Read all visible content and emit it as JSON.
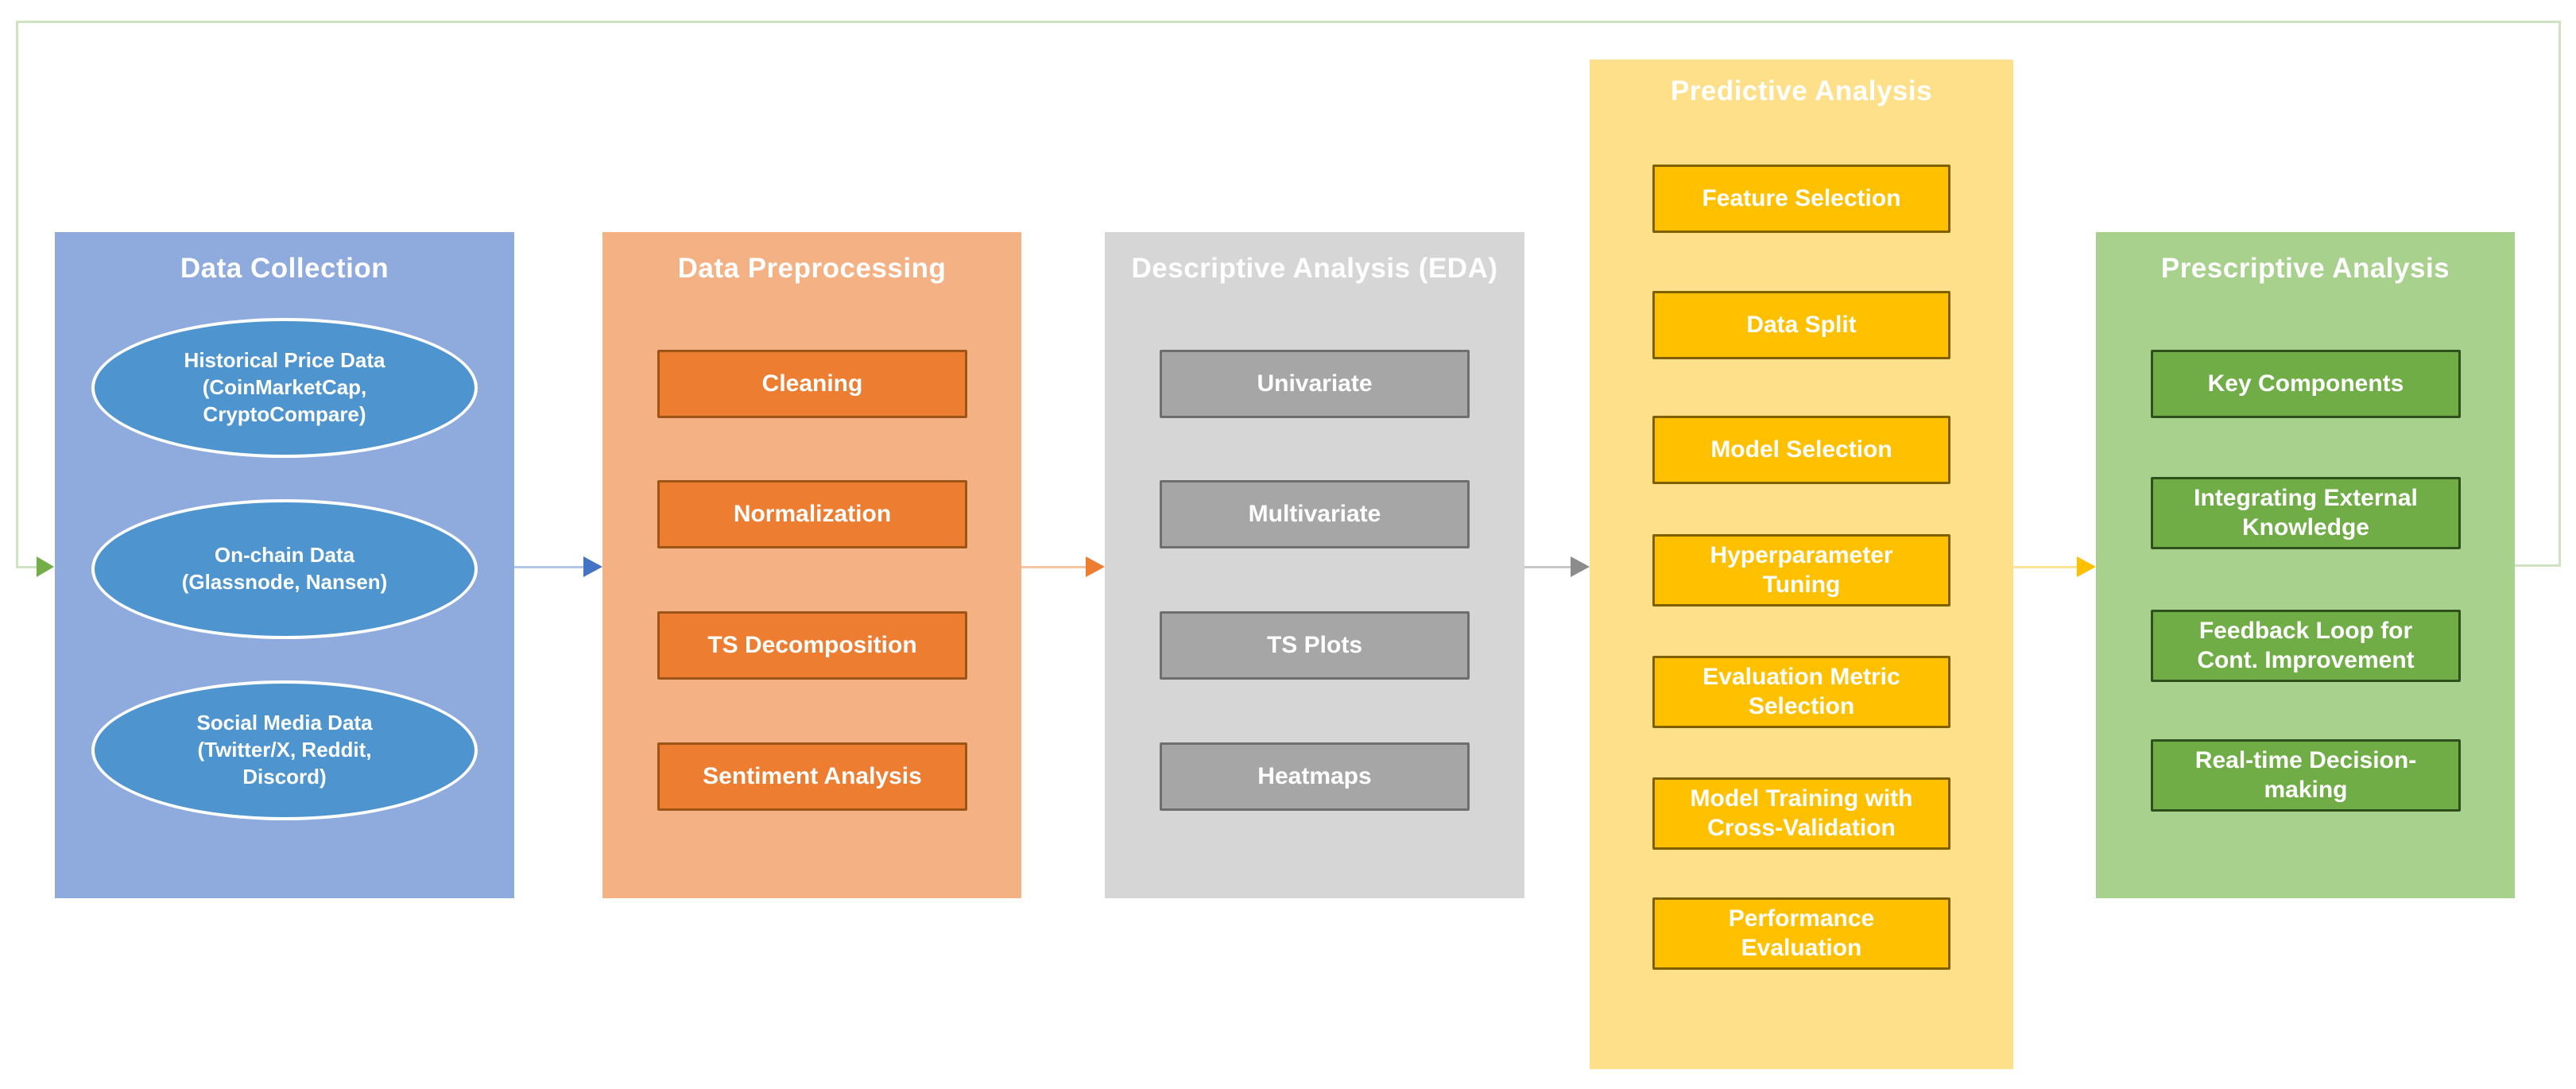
{
  "columns": [
    {
      "title": "Data Collection",
      "node_shape": "ellipse",
      "colors": {
        "panel": "#8faadc",
        "node": "#4e95cf",
        "node-border": "#ffffff",
        "title": "#ffffff"
      },
      "items": [
        {
          "label": "Historical Price Data\n(CoinMarketCap,\nCryptoCompare)"
        },
        {
          "label": "On-chain Data\n(Glassnode, Nansen)"
        },
        {
          "label": "Social Media Data\n(Twitter/X, Reddit,\nDiscord)"
        }
      ]
    },
    {
      "title": "Data Preprocessing",
      "node_shape": "box",
      "colors": {
        "panel": "#f4b183",
        "node": "#ed7d31",
        "node-border": "#9c5517",
        "title": "#ffffff"
      },
      "items": [
        {
          "label": "Cleaning"
        },
        {
          "label": "Normalization"
        },
        {
          "label": "TS Decomposition"
        },
        {
          "label": "Sentiment Analysis"
        }
      ]
    },
    {
      "title": "Descriptive Analysis (EDA)",
      "node_shape": "box",
      "colors": {
        "panel": "#d6d6d6",
        "node": "#a6a6a6",
        "node-border": "#6e6e6e",
        "title": "#ffffff"
      },
      "items": [
        {
          "label": "Univariate"
        },
        {
          "label": "Multivariate"
        },
        {
          "label": "TS Plots"
        },
        {
          "label": "Heatmaps"
        }
      ]
    },
    {
      "title": "Predictive Analysis",
      "node_shape": "box",
      "colors": {
        "panel": "#ffe08a",
        "node": "#ffc000",
        "node-border": "#7f6000",
        "title": "#ffffff"
      },
      "items": [
        {
          "label": "Feature Selection"
        },
        {
          "label": "Data Split"
        },
        {
          "label": "Model Selection"
        },
        {
          "label": "Hyperparameter\nTuning"
        },
        {
          "label": "Evaluation Metric\nSelection"
        },
        {
          "label": "Model Training with\nCross-Validation"
        },
        {
          "label": "Performance\nEvaluation"
        }
      ]
    },
    {
      "title": "Prescriptive Analysis",
      "node_shape": "box",
      "colors": {
        "panel": "#a9d18e",
        "node": "#70ad47",
        "node-border": "#2f4f1d",
        "title": "#ffffff"
      },
      "items": [
        {
          "label": "Key Components"
        },
        {
          "label": "Integrating External\nKnowledge"
        },
        {
          "label": "Feedback Loop for\nCont. Improvement"
        },
        {
          "label": "Real-time Decision-\nmaking"
        }
      ]
    }
  ],
  "arrows": [
    {
      "from": "Data Collection",
      "to": "Data Preprocessing",
      "colors": {
        "line": "#b4c6e7",
        "head": "#4472c4"
      }
    },
    {
      "from": "Data Preprocessing",
      "to": "Descriptive Analysis (EDA)",
      "colors": {
        "line": "#f6c6a2",
        "head": "#ed7d31"
      }
    },
    {
      "from": "Descriptive Analysis (EDA)",
      "to": "Predictive Analysis",
      "colors": {
        "line": "#c8c8c8",
        "head": "#8c8c8c"
      }
    },
    {
      "from": "Predictive Analysis",
      "to": "Prescriptive Analysis",
      "colors": {
        "line": "#ffe399",
        "head": "#ffc000"
      }
    }
  ],
  "feedback_loop": {
    "from": "Prescriptive Analysis",
    "to": "Data Collection",
    "colors": {
      "line": "#cfe3c0",
      "head": "#74ae48"
    }
  }
}
